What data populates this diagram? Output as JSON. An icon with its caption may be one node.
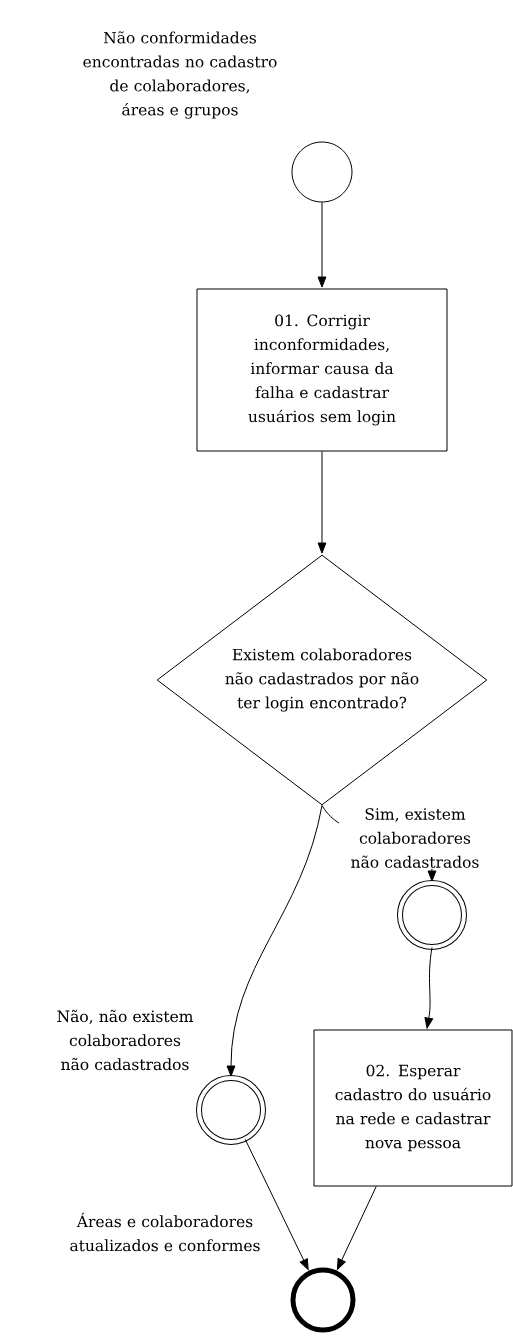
{
  "diagram": {
    "nodes": [
      {
        "text": [],
        "shape": "circle",
        "beside": [
          "Não conformidades encontradas no cadastro de colaboradores, áreas e grupos"
        ]
      },
      {
        "text": [
          "01. Corrigir inconformidades, informar causa da falha e cadastrar usuários sem login"
        ]
      },
      {
        "text": [
          "Existem colaboradores não cadastrados por não ter login encontrado?"
        ]
      },
      {
        "text": [],
        "shape": "circle"
      },
      {
        "text": [],
        "shape": "circle"
      },
      {
        "text": [
          "02. Esperar cadastro do usuário na rede e cadastrar nova pessoa"
        ]
      },
      {
        "text": [],
        "shape": "circle",
        "beside": [
          "Áreas e colaboradores atualizados e conformes"
        ]
      }
    ],
    "edges": [
      {
        "from": 0,
        "to": 1,
        "arrow": "to"
      },
      {
        "from": 1,
        "to": 2,
        "arrow": "to"
      },
      {
        "from": 2,
        "to": 3,
        "arrow": "to",
        "label": "Sim, existem colaboradores não cadastrados"
      },
      {
        "from": 2,
        "to": 4,
        "arrow": "to",
        "label": "Não, não existem colaboradores não cadastrados"
      },
      {
        "from": 3,
        "to": 5,
        "arrow": "to"
      },
      {
        "from": 4,
        "to": 6,
        "arrow": "to"
      },
      {
        "from": 5,
        "to": 6,
        "arrow": "to"
      }
    ]
  }
}
